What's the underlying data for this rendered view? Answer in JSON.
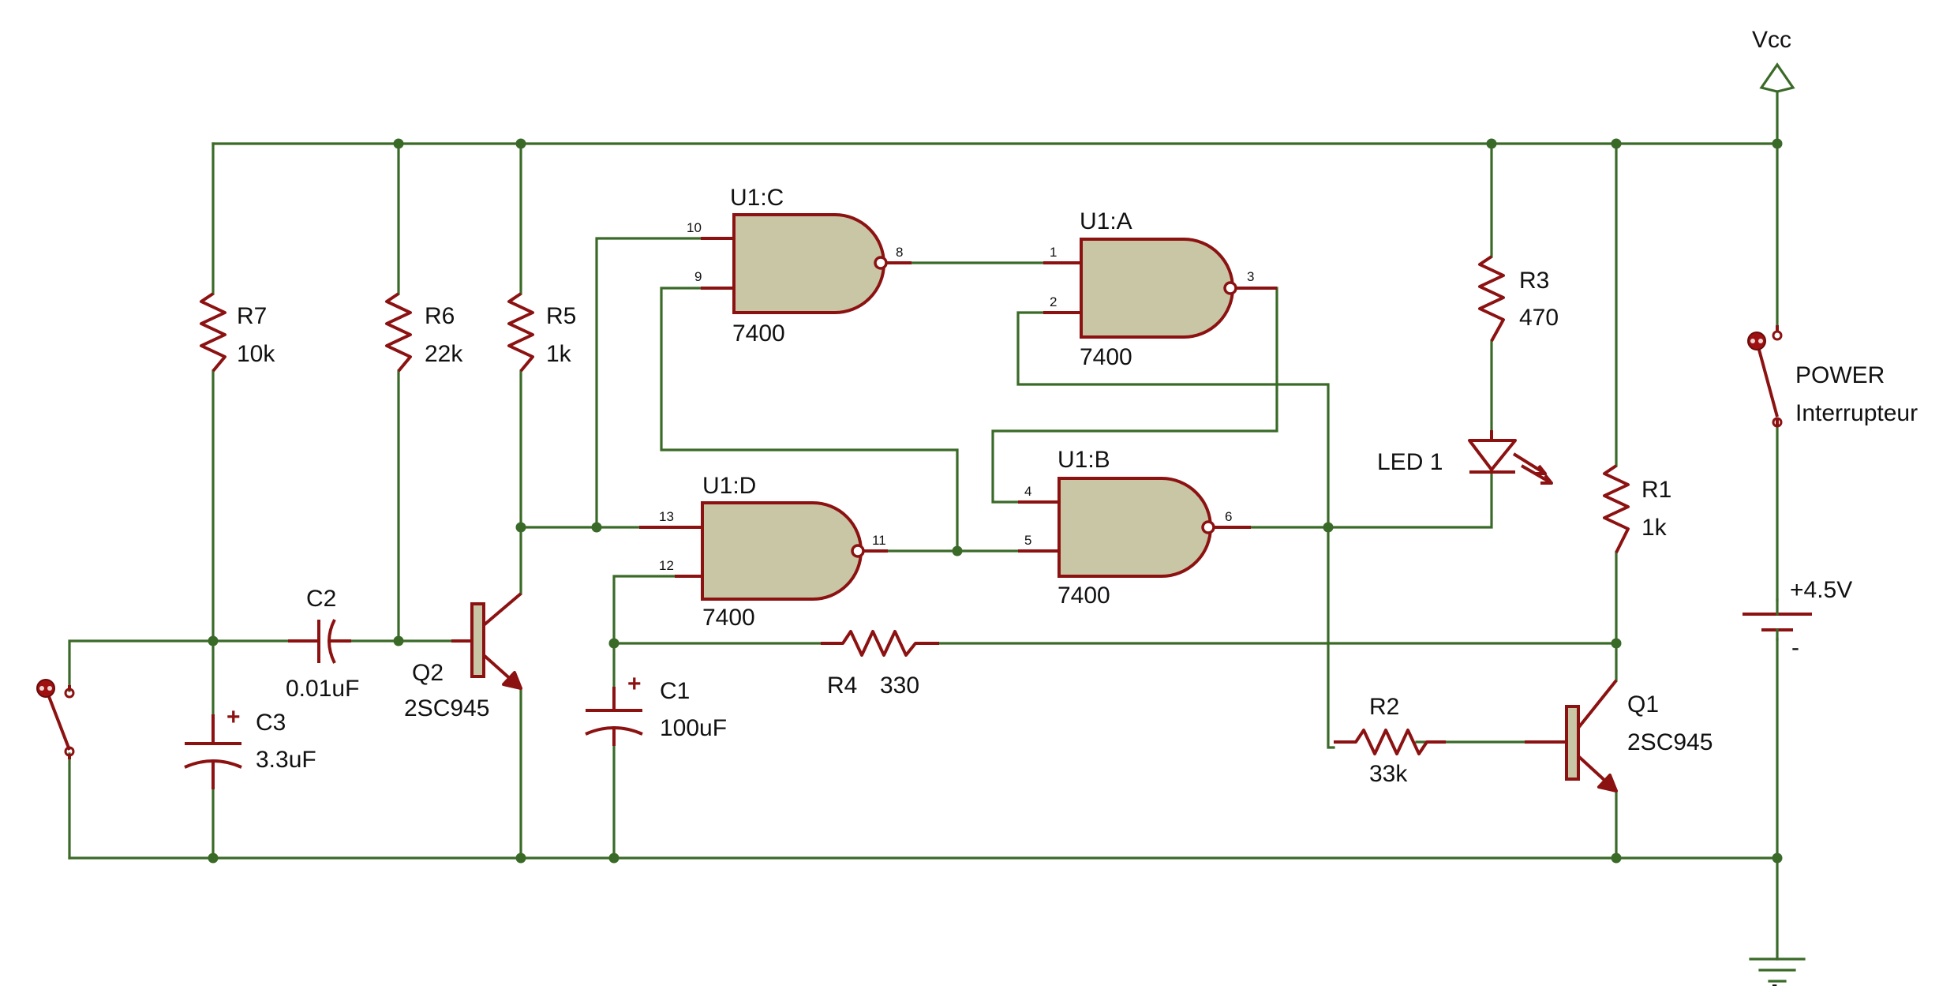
{
  "colors": {
    "wire": "#3a6a28",
    "component": "#8c1212",
    "gate_body": "#c9c6a6",
    "background": "#ffffff"
  },
  "supply": {
    "vcc": "Vcc"
  },
  "components": {
    "R1": {
      "ref": "R1",
      "value": "1k"
    },
    "R2": {
      "ref": "R2",
      "value": "33k"
    },
    "R3": {
      "ref": "R3",
      "value": "470"
    },
    "R4": {
      "ref": "R4",
      "value": "330"
    },
    "R5": {
      "ref": "R5",
      "value": "1k"
    },
    "R6": {
      "ref": "R6",
      "value": "22k"
    },
    "R7": {
      "ref": "R7",
      "value": "10k"
    },
    "C1": {
      "ref": "C1",
      "value": "100uF"
    },
    "C2": {
      "ref": "C2",
      "value": "0.01uF"
    },
    "C3": {
      "ref": "C3",
      "value": "3.3uF"
    },
    "Q1": {
      "ref": "Q1",
      "value": "2SC945"
    },
    "Q2": {
      "ref": "Q2",
      "value": "2SC945"
    },
    "LED1": {
      "ref": "LED 1"
    },
    "switch_power": {
      "line1": "POWER",
      "line2": "Interrupteur"
    },
    "battery": {
      "value": "+4.5V",
      "minus": "-"
    },
    "ground_minus": "-",
    "polarity_plus": "+"
  },
  "gates": {
    "A": {
      "ref": "U1:A",
      "part": "7400",
      "pins": [
        "1",
        "2",
        "3"
      ]
    },
    "B": {
      "ref": "U1:B",
      "part": "7400",
      "pins": [
        "4",
        "5",
        "6"
      ]
    },
    "C": {
      "ref": "U1:C",
      "part": "7400",
      "pins": [
        "10",
        "9",
        "8"
      ]
    },
    "D": {
      "ref": "U1:D",
      "part": "7400",
      "pins": [
        "13",
        "12",
        "11"
      ]
    }
  }
}
